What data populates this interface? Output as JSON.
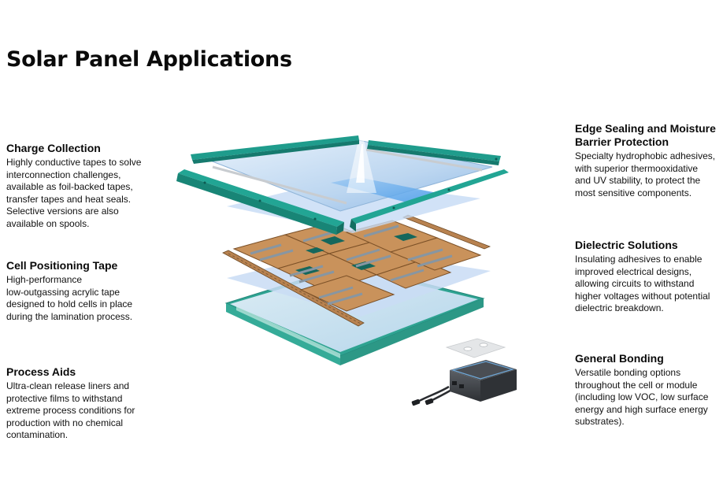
{
  "title": "Solar Panel Applications",
  "left_sections": [
    {
      "heading": "Charge Collection",
      "lines": [
        "Highly conductive tapes to solve",
        "interconnection challenges,",
        "available as foil-backed tapes,",
        "transfer tapes and heat seals.",
        "Selective versions are also",
        "available on spools."
      ]
    },
    {
      "heading": "Cell Positioning Tape",
      "lines": [
        "High-performance",
        "low-outgassing acrylic tape",
        "designed to hold cells in place",
        "during the lamination process."
      ]
    },
    {
      "heading": "Process Aids",
      "lines": [
        "Ultra-clean release liners and",
        "protective films to withstand",
        "extreme process conditions for",
        "production with no chemical",
        "contamination."
      ]
    }
  ],
  "right_sections": [
    {
      "heading_lines": [
        "Edge Sealing and Moisture",
        "Barrier Protection"
      ],
      "lines": [
        "Specialty hydrophobic adhesives,",
        "with superior thermooxidative",
        "and UV stability, to protect the",
        "most sensitive components."
      ]
    },
    {
      "heading_lines": [
        "Dielectric Solutions"
      ],
      "lines": [
        "Insulating adhesives to enable",
        "improved electrical designs,",
        "allowing circuits to withstand",
        "higher voltages without potential",
        "dielectric breakdown."
      ]
    },
    {
      "heading_lines": [
        "General Bonding"
      ],
      "lines": [
        "Versatile bonding options",
        "throughout the cell or module",
        "(including low VOC, low surface",
        "energy and high surface energy",
        "substrates)."
      ]
    }
  ],
  "colors": {
    "frame_teal": "#1f9c8c",
    "glass_light": "#cfe2f4",
    "glass_edge": "#3aa79a",
    "cell_tan": "#c9915a",
    "cell_dark_tan": "#8a5a2c",
    "ribbon_grey": "#7a8a96",
    "junction_box": "#3c3f44"
  }
}
